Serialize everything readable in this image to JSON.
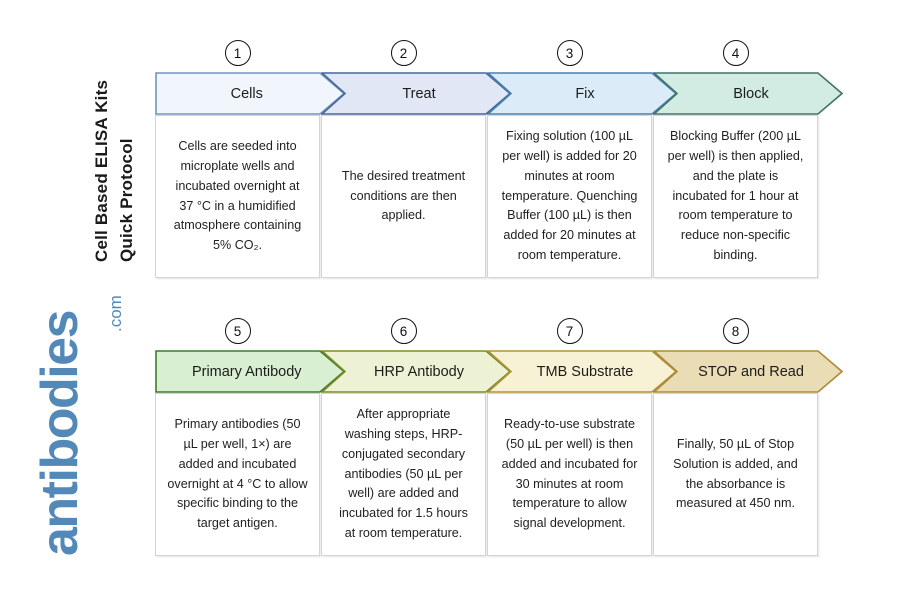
{
  "title": {
    "line1": "Cell Based ELISA Kits",
    "line2": "Quick Protocol"
  },
  "brand": {
    "word": "antibodies",
    "tld": ".com",
    "color": "#5389b8"
  },
  "rows": [
    {
      "name": "row-1",
      "steps": [
        {
          "number": "1",
          "label": "Cells",
          "description": "Cells are seeded into microplate wells and incubated overnight at 37 °C in a humidified atmosphere containing 5% CO₂.",
          "fill": "#f1f6fc",
          "stroke": "#7294bd"
        },
        {
          "number": "2",
          "label": "Treat",
          "description": "The desired treatment conditions are then applied.",
          "fill": "#e2e7f6",
          "stroke": "#42689b"
        },
        {
          "number": "3",
          "label": "Fix",
          "description": "Fixing solution (100 µL per well) is added for 20 minutes at room temperature. Quenching Buffer (100 µL) is then added for 20 minutes at room temperature.",
          "fill": "#dcebf8",
          "stroke": "#4a7fb0"
        },
        {
          "number": "4",
          "label": "Block",
          "description": "Blocking Buffer (200 µL per well) is then applied, and the plate is incubated for 1 hour at room temperature to reduce non-specific binding.",
          "fill": "#d2ece4",
          "stroke": "#3f7469"
        }
      ]
    },
    {
      "name": "row-2",
      "steps": [
        {
          "number": "5",
          "label": "Primary Antibody",
          "description": "Primary antibodies (50 µL per well, 1×) are added and incubated overnight at 4 °C to allow specific binding to the target antigen.",
          "fill": "#d9efd2",
          "stroke": "#3f7a2e"
        },
        {
          "number": "6",
          "label": "HRP Antibody",
          "description": "After appropriate washing steps, HRP-conjugated secondary antibodies (50 µL per well) are added and incubated for 1.5 hours at room temperature.",
          "fill": "#edf2d4",
          "stroke": "#7d8a2c"
        },
        {
          "number": "7",
          "label": "TMB Substrate",
          "description": "Ready-to-use substrate (50 µL per well) is then added and incubated for 30 minutes at room temperature to allow signal development.",
          "fill": "#f7f2d5",
          "stroke": "#b09335"
        },
        {
          "number": "8",
          "label": "STOP and Read",
          "description": "Finally, 50 µL of Stop Solution is added, and the absorbance is measured at 450 nm.",
          "fill": "#eadcb4",
          "stroke": "#ab8b39"
        }
      ]
    }
  ]
}
